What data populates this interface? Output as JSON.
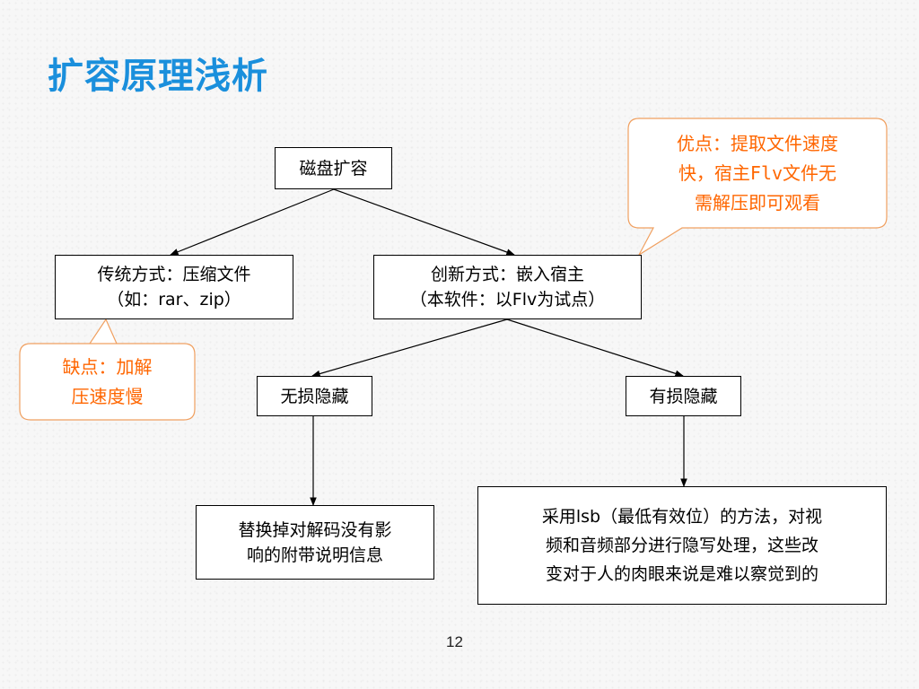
{
  "slide": {
    "title": "扩容原理浅析",
    "page_number": "12"
  },
  "nodes": {
    "root": {
      "lines": [
        "磁盘扩容"
      ]
    },
    "traditional": {
      "lines": [
        "传统方式：压缩文件",
        "（如：rar、zip）"
      ]
    },
    "innovative": {
      "lines": [
        "创新方式：嵌入宿主",
        "（本软件：以Flv为试点）"
      ]
    },
    "lossless": {
      "lines": [
        "无损隐藏"
      ]
    },
    "lossy": {
      "lines": [
        "有损隐藏"
      ]
    },
    "lossless_detail": {
      "lines": [
        "替换掉对解码没有影",
        "响的附带说明信息"
      ]
    },
    "lossy_detail": {
      "lines": [
        "采用lsb（最低有效位）的方法，对视",
        "频和音频部分进行隐写处理，这些改",
        "变对于人的肉眼来说是难以察觉到的"
      ]
    }
  },
  "callouts": {
    "pros": {
      "lines": [
        "优点：提取文件速度",
        "快，宿主Flv文件无",
        "需解压即可观看"
      ]
    },
    "cons": {
      "lines": [
        "缺点：加解",
        "压速度慢"
      ]
    }
  },
  "colors": {
    "title": "#1a8fdc",
    "callout_text": "#ff6600",
    "callout_border": "#f0a060"
  }
}
